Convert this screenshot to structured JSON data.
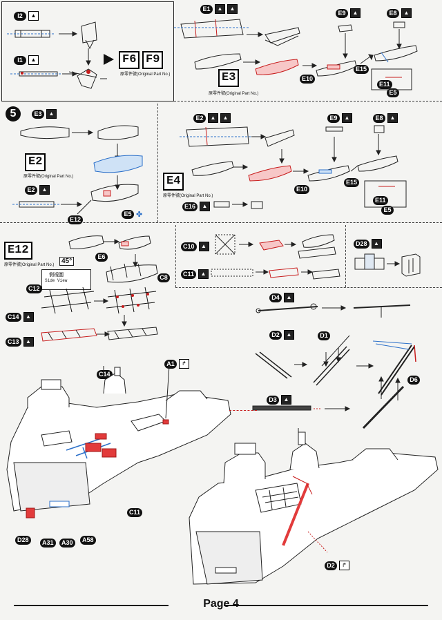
{
  "page": {
    "label": "Page 4"
  },
  "step": {
    "number": "5"
  },
  "top_left": {
    "labels": {
      "i2": "I2",
      "i1": "I1"
    },
    "results": {
      "f6": "F6",
      "f9": "F9"
    },
    "caption": "原零件號(Original Part No.)"
  },
  "top_right": {
    "labels": {
      "e1": "E1",
      "e9": "E9",
      "e8": "E8",
      "e10": "E10",
      "e15": "E15",
      "e11": "E11",
      "e5": "E5"
    },
    "partbox": "E3",
    "caption": "原零件號(Original Part No.)"
  },
  "mid_left": {
    "labels": {
      "e3": "E3",
      "e2small": "E2",
      "e12": "E12",
      "e5": "E5"
    },
    "partbox": "E2",
    "caption": "原零件號(Original Part No.)"
  },
  "mid_right": {
    "labels": {
      "e2": "E2",
      "e9": "E9",
      "e8": "E8",
      "e10": "E10",
      "e15": "E15",
      "e11": "E11",
      "e5": "E5",
      "e16": "E16"
    },
    "partbox": "E4",
    "caption": "原零件號(Original Part No.)"
  },
  "lower_left": {
    "partbox": "E12",
    "caption": "原零件號(Original Part No.)",
    "labels": {
      "e6": "E6",
      "c8": "C8",
      "c14": "C14",
      "c13": "C13",
      "c12": "C12"
    },
    "side_view": {
      "line1": "側視圖",
      "line2": "Side View",
      "angle": "45°"
    }
  },
  "lower_mid": {
    "labels": {
      "c10": "C10",
      "c11": "C11"
    }
  },
  "lower_right": {
    "labels": {
      "d28": "D28"
    }
  },
  "parts_right": {
    "labels": {
      "d4": "D4",
      "d2": "D2",
      "d1": "D1",
      "d3": "D3",
      "d6": "D6"
    }
  },
  "ship": {
    "labels": {
      "c14": "C14",
      "a1": "A1",
      "c11": "C11",
      "d28": "D28",
      "a31": "A31",
      "a30": "A30",
      "a58": "A58",
      "d2": "D2"
    }
  }
}
